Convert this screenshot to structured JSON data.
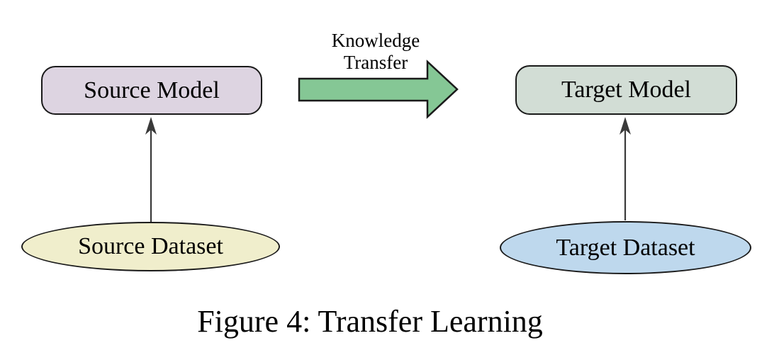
{
  "figure": {
    "caption": "Figure 4: Transfer Learning",
    "nodes": {
      "source_model": {
        "label": "Source Model",
        "fill": "#ddd4e1"
      },
      "target_model": {
        "label": "Target Model",
        "fill": "#d2ddd5"
      },
      "source_dataset": {
        "label": "Source Dataset",
        "fill": "#f0eecc"
      },
      "target_dataset": {
        "label": "Target Dataset",
        "fill": "#bed8ed"
      }
    },
    "knowledge_transfer": {
      "lines": [
        "Knowledge",
        "Transfer"
      ],
      "arrow_fill": "#85c795",
      "arrow_outline": "#1a1a1a"
    },
    "colors": {
      "border": "#1a1a1a",
      "connector": "#3a3a3a",
      "background": "#ffffff",
      "text": "#000000"
    }
  }
}
